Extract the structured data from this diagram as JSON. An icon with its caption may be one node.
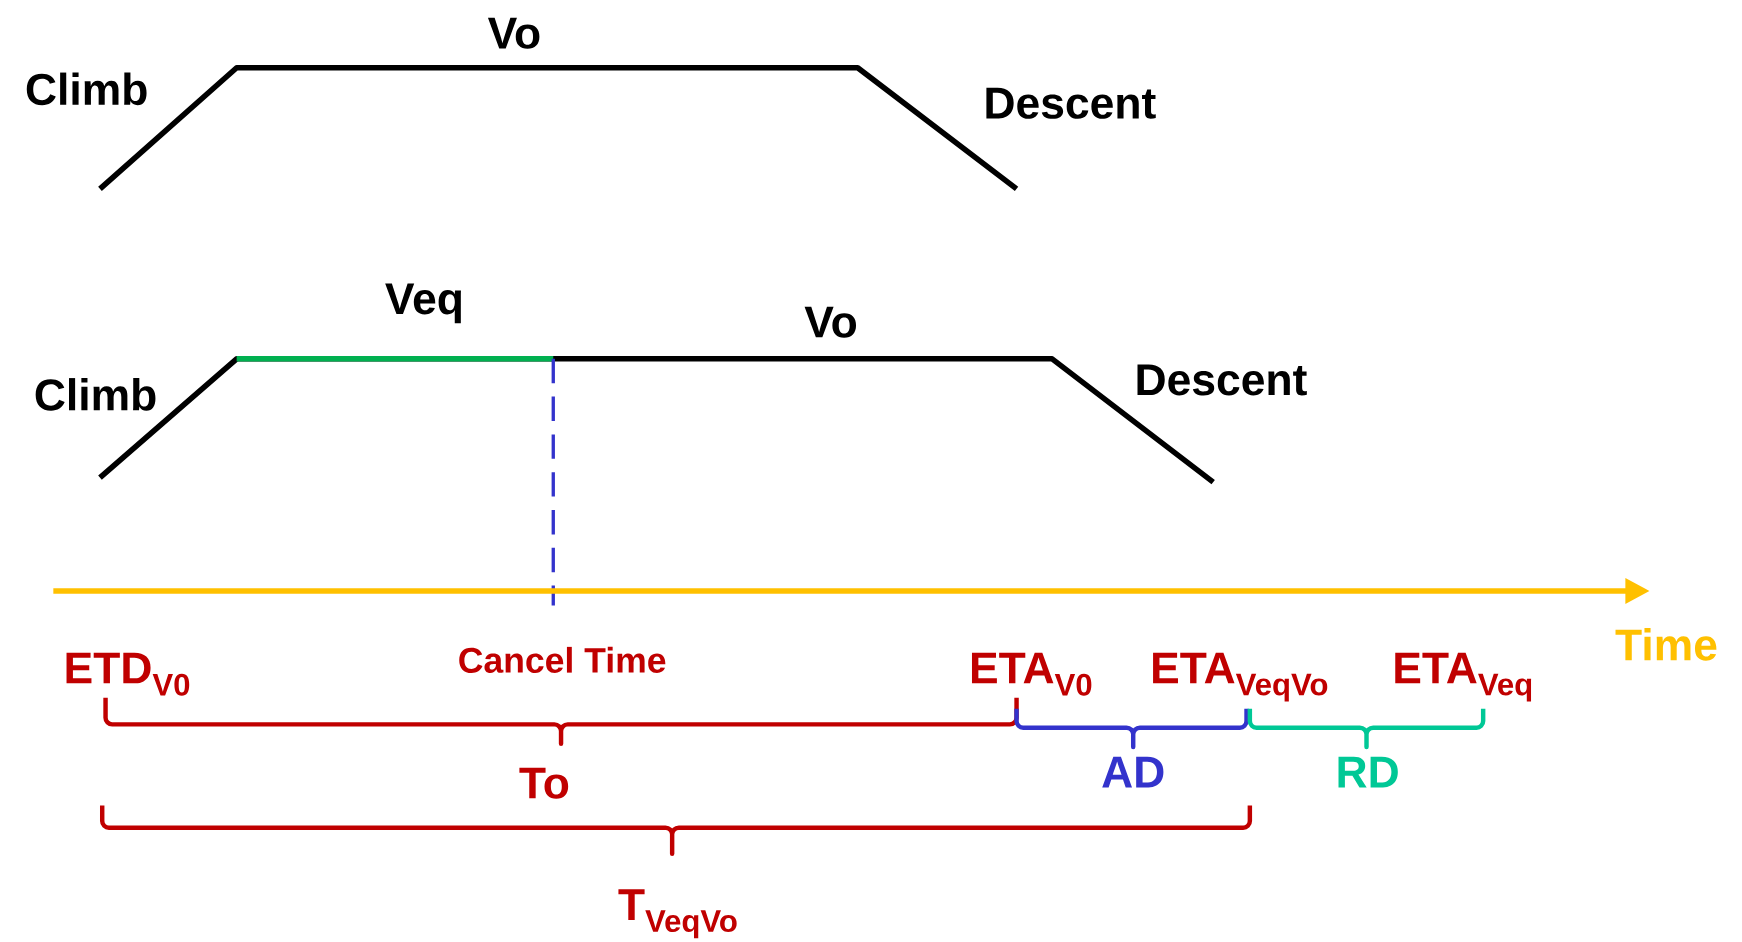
{
  "diagram": {
    "labels": [
      "Vo",
      "Climb",
      "Descent",
      "Veq",
      "Vo",
      "Climb",
      "Descent",
      "Time",
      "ETD$_{V0}$",
      "Cancel Time",
      "ETA$_{V0}$",
      "ETA$_{VeqVo}$",
      "ETA$_{Veq}$",
      "To",
      "AD",
      "RD",
      "T$_{VeqVo}$"
    ]
  }
}
